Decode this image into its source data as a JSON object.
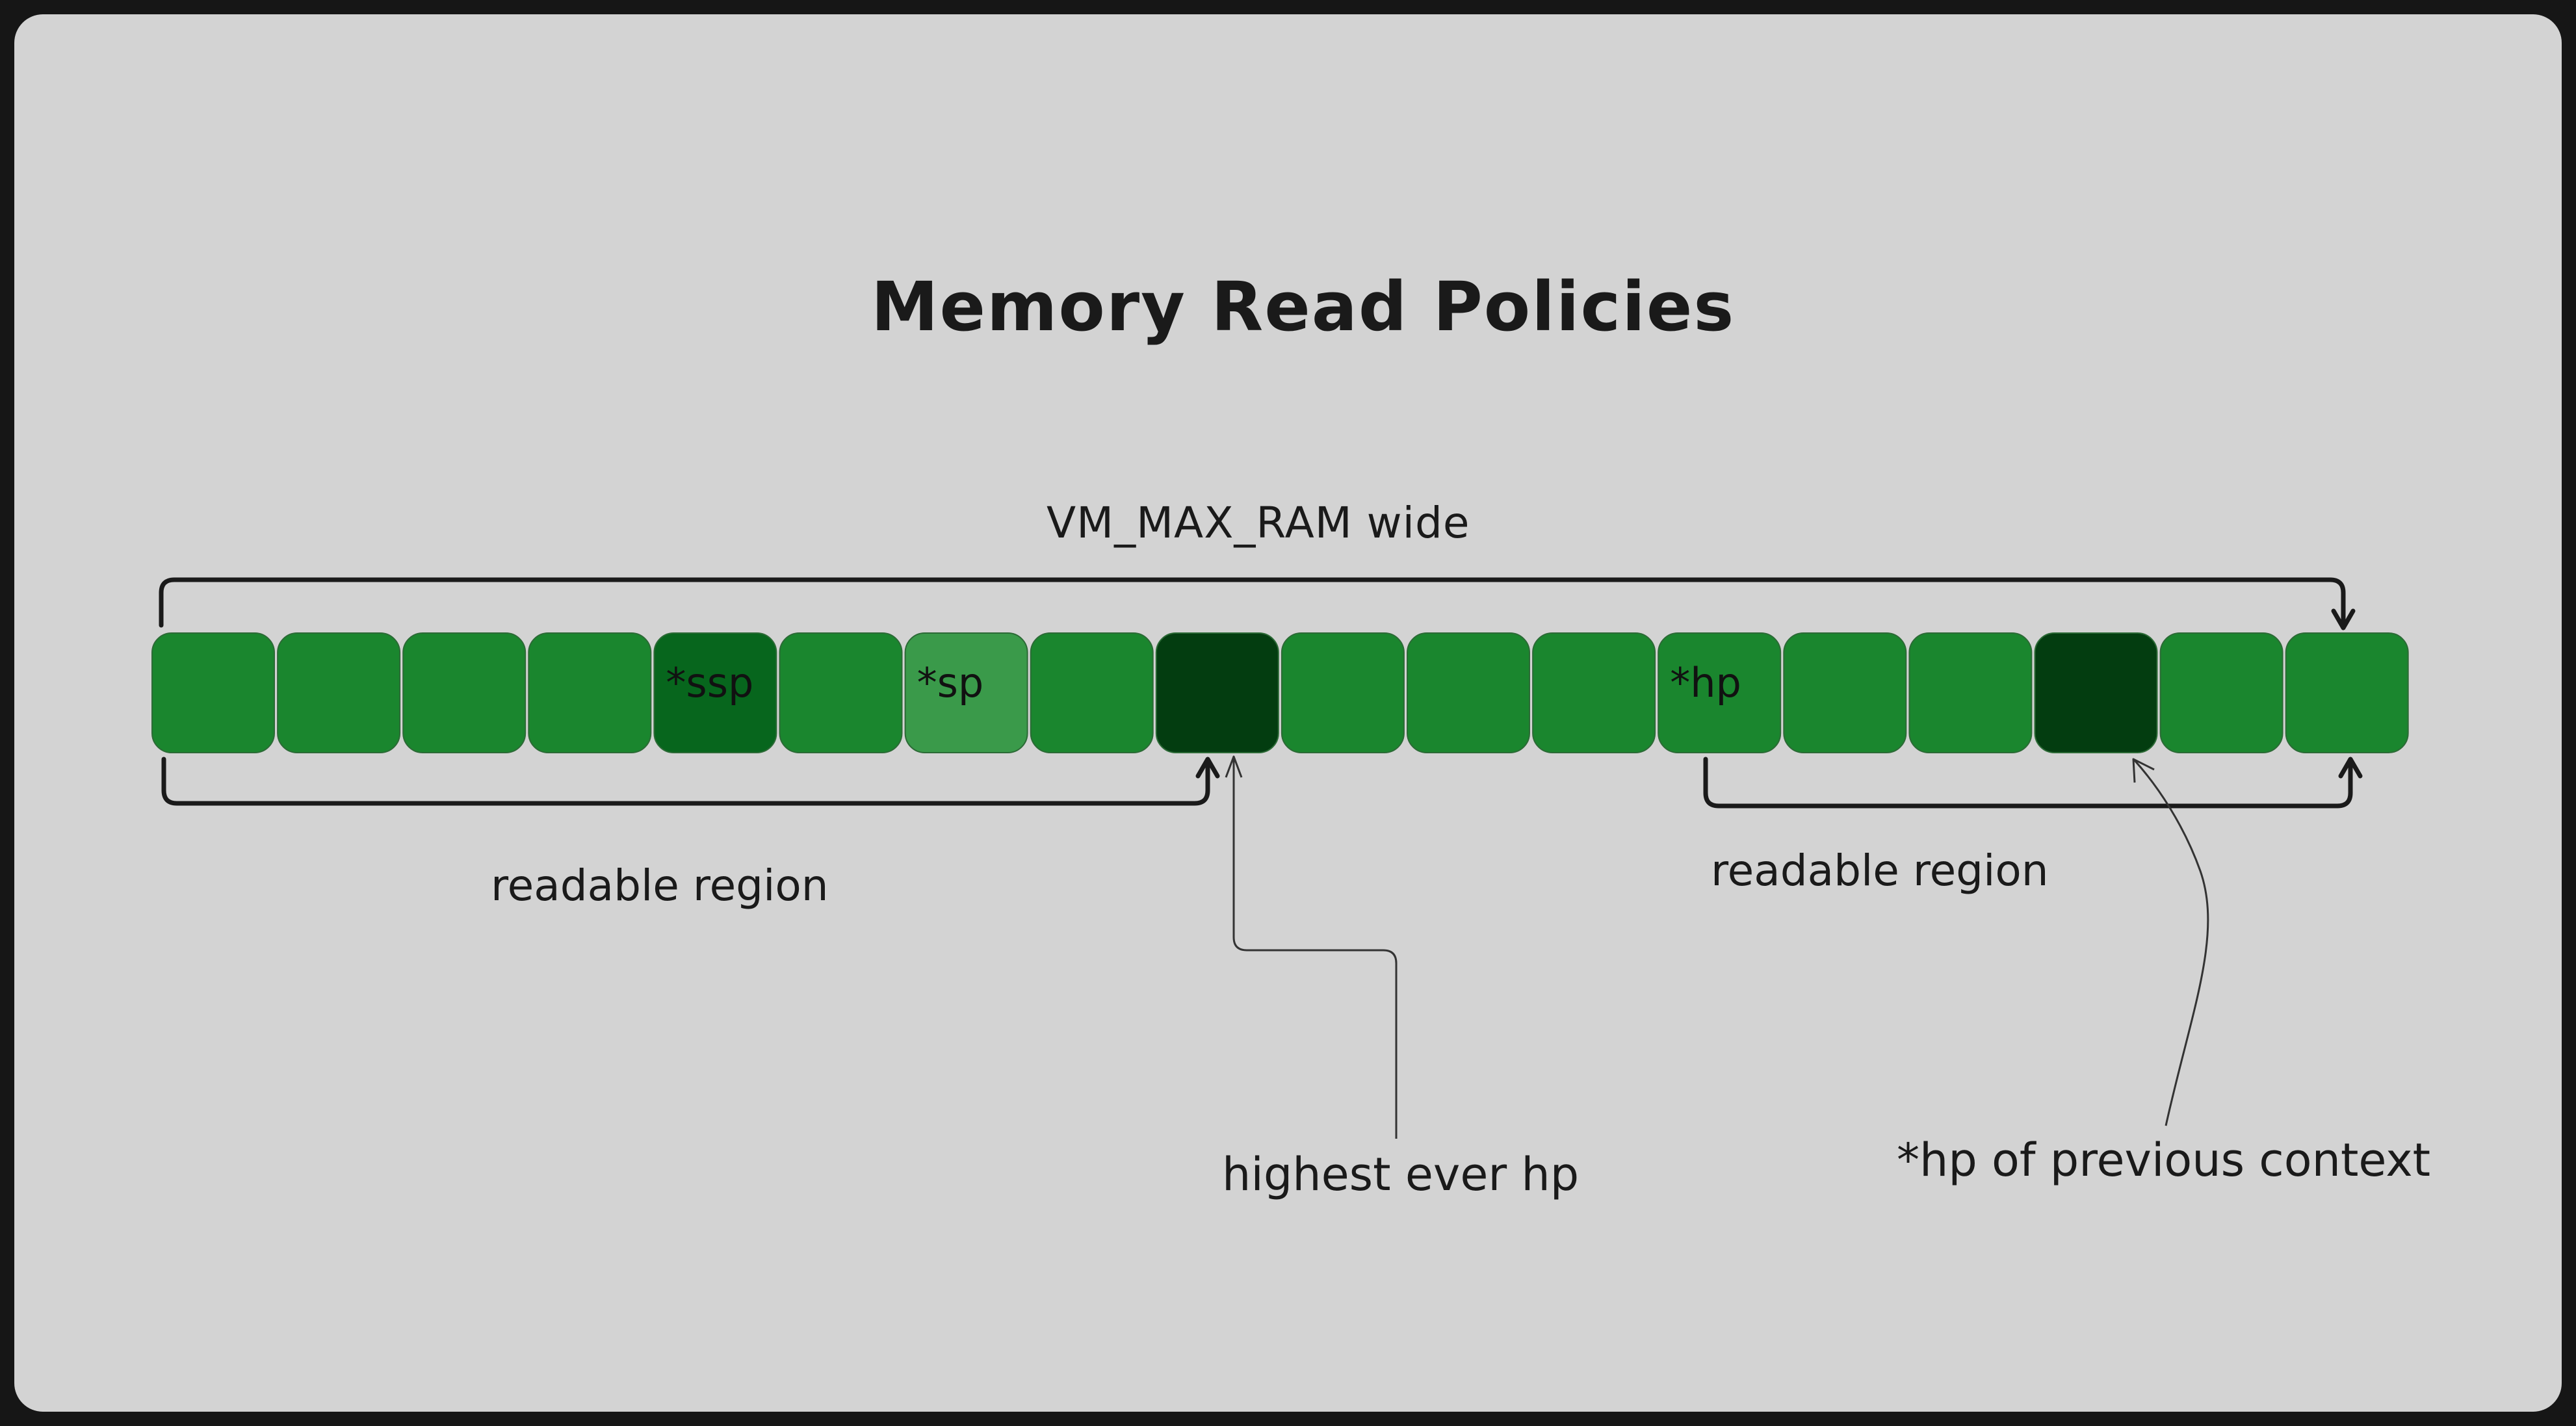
{
  "title": "Memory Read Policies",
  "width_label": "VM_MAX_RAM wide",
  "cells": [
    {
      "label": "",
      "shade": "normal"
    },
    {
      "label": "",
      "shade": "normal"
    },
    {
      "label": "",
      "shade": "normal"
    },
    {
      "label": "",
      "shade": "normal"
    },
    {
      "label": "*ssp",
      "shade": "dark"
    },
    {
      "label": "",
      "shade": "normal"
    },
    {
      "label": "*sp",
      "shade": "light"
    },
    {
      "label": "",
      "shade": "normal"
    },
    {
      "label": "",
      "shade": "darkest"
    },
    {
      "label": "",
      "shade": "normal"
    },
    {
      "label": "",
      "shade": "normal"
    },
    {
      "label": "",
      "shade": "normal"
    },
    {
      "label": "*hp",
      "shade": "normal"
    },
    {
      "label": "",
      "shade": "normal"
    },
    {
      "label": "",
      "shade": "normal"
    },
    {
      "label": "",
      "shade": "darkest"
    },
    {
      "label": "",
      "shade": "normal"
    },
    {
      "label": "",
      "shade": "normal"
    }
  ],
  "colors": {
    "frame_bg": "#d3d3d3",
    "normal": "#1a862e",
    "dark": "#07661d",
    "darkest": "#033d10",
    "light": "#3a9a4a",
    "line": "#1a1a1a"
  },
  "left_region_label": "readable region",
  "right_region_label": "readable region",
  "highest_label": "highest ever hp",
  "prev_context_label": "*hp of previous context"
}
